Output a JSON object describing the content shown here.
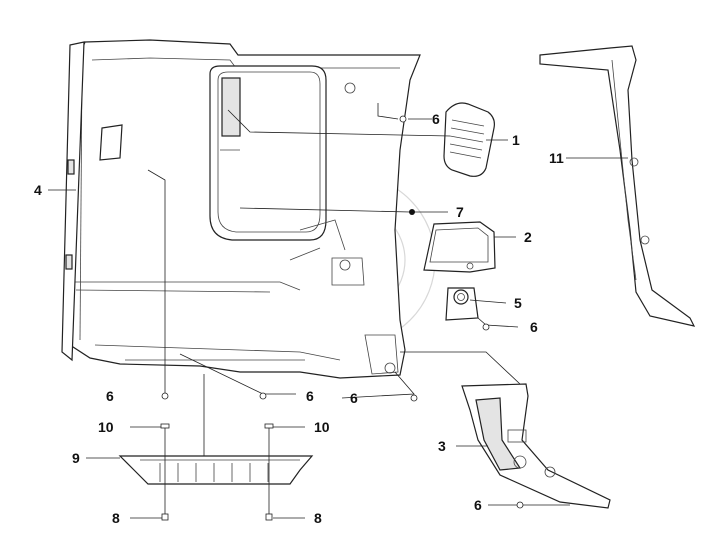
{
  "callouts": {
    "c1": "1",
    "c2": "2",
    "c3": "3",
    "c4": "4",
    "c5": "5",
    "c6_top": "6",
    "c6_right": "6",
    "c6_bottom_left": "6",
    "c6_bottom_mid": "6",
    "c6_bottom_right": "6",
    "c6_lower": "6",
    "c7": "7",
    "c8_left": "8",
    "c8_right": "8",
    "c9": "9",
    "c10_left": "10",
    "c10_right": "10",
    "c11": "11"
  }
}
